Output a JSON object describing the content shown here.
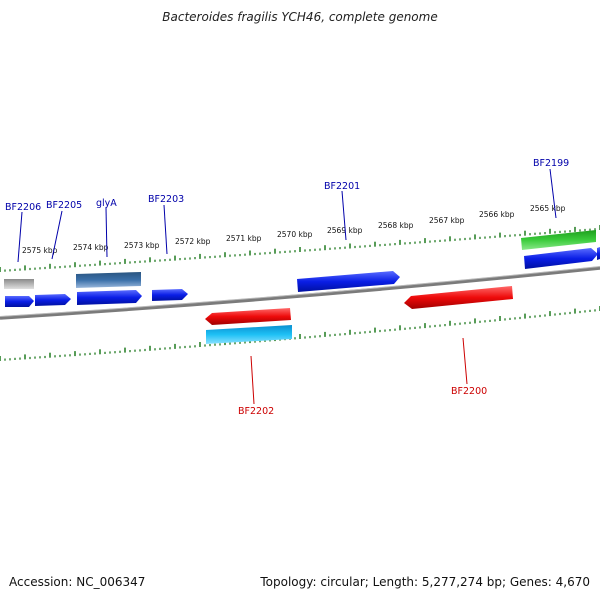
{
  "title": "Bacteroides fragilis YCH46, complete genome",
  "footer": {
    "accession": "Accession: NC_006347",
    "info": "Topology: circular; Length: 5,277,274 bp; Genes: 4,670"
  },
  "colors": {
    "background": "#ffffff",
    "backbone": "#7b7b7b",
    "ticks": "#1f7a1f",
    "label_forward": "#0000aa",
    "label_reverse": "#cc0000",
    "gene_blue": "#0a1ee6",
    "gene_red": "#ee0a0a",
    "gene_green": "#22bb22",
    "gene_cyan": "#12b7ef",
    "gene_steel": "#3a6fa8",
    "gene_grey": "#b5b5b5"
  },
  "scale_labels": [
    "2575 kbp",
    "2574 kbp",
    "2573 kbp",
    "2572 kbp",
    "2571 kbp",
    "2570 kbp",
    "2569 kbp",
    "2568 kbp",
    "2567 kbp",
    "2566 kbp",
    "2565 kbp"
  ],
  "gene_labels": {
    "BF2206": "BF2206",
    "BF2205": "BF2205",
    "glyA": "glyA",
    "BF2203": "BF2203",
    "BF2202": "BF2202",
    "BF2201": "BF2201",
    "BF2200": "BF2200",
    "BF2199": "BF2199"
  }
}
